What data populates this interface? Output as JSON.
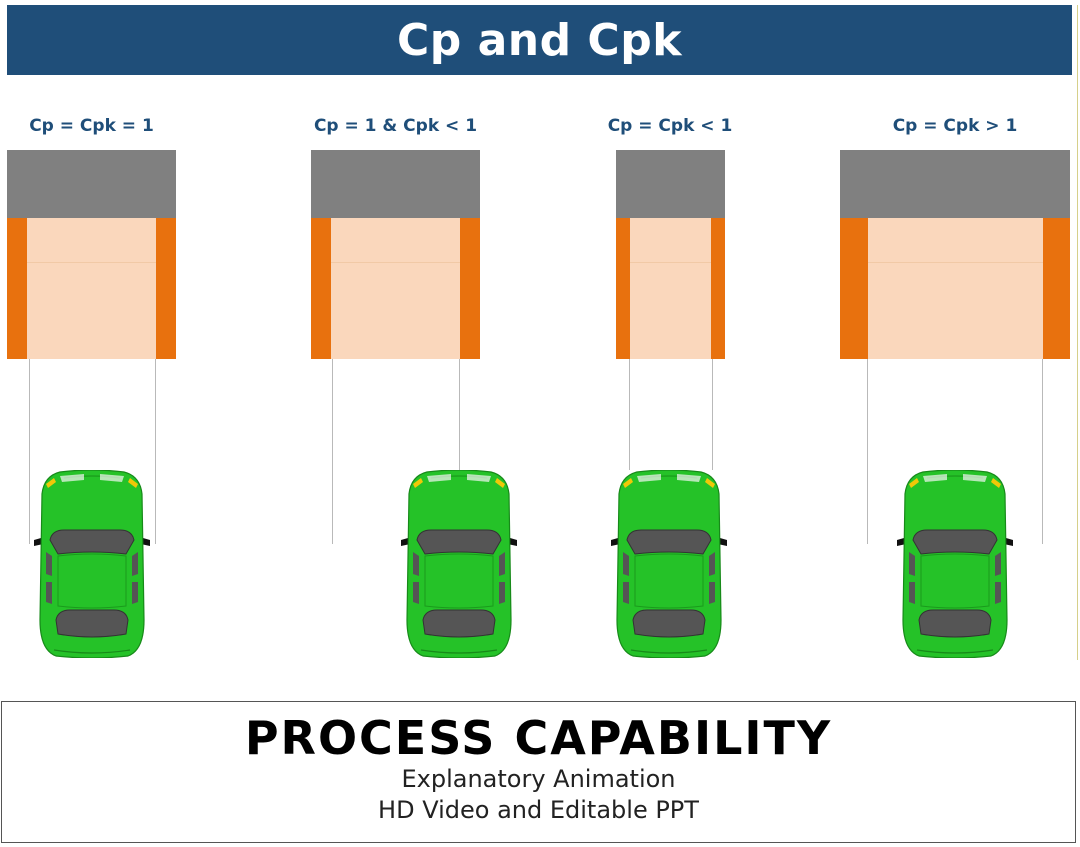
{
  "title": "Cp and Cpk",
  "colors": {
    "header_bg": "#1f4e79",
    "label_text": "#1f4e79",
    "roof": "#808080",
    "wall": "#e8710e",
    "bay": "#fad7bc",
    "car_body": "#25c228",
    "car_glass": "#555555"
  },
  "cases": [
    {
      "label": "Cp = Cpk = 1"
    },
    {
      "label": "Cp = 1 & Cpk < 1"
    },
    {
      "label": "Cp = Cpk < 1"
    },
    {
      "label": "Cp = Cpk > 1"
    }
  ],
  "footer": {
    "title": "PROCESS CAPABILITY",
    "subtitle_1": "Explanatory Animation",
    "subtitle_2": "HD Video and Editable PPT"
  },
  "icons": {
    "car": "car-top-view-icon",
    "garage": "garage-icon"
  }
}
